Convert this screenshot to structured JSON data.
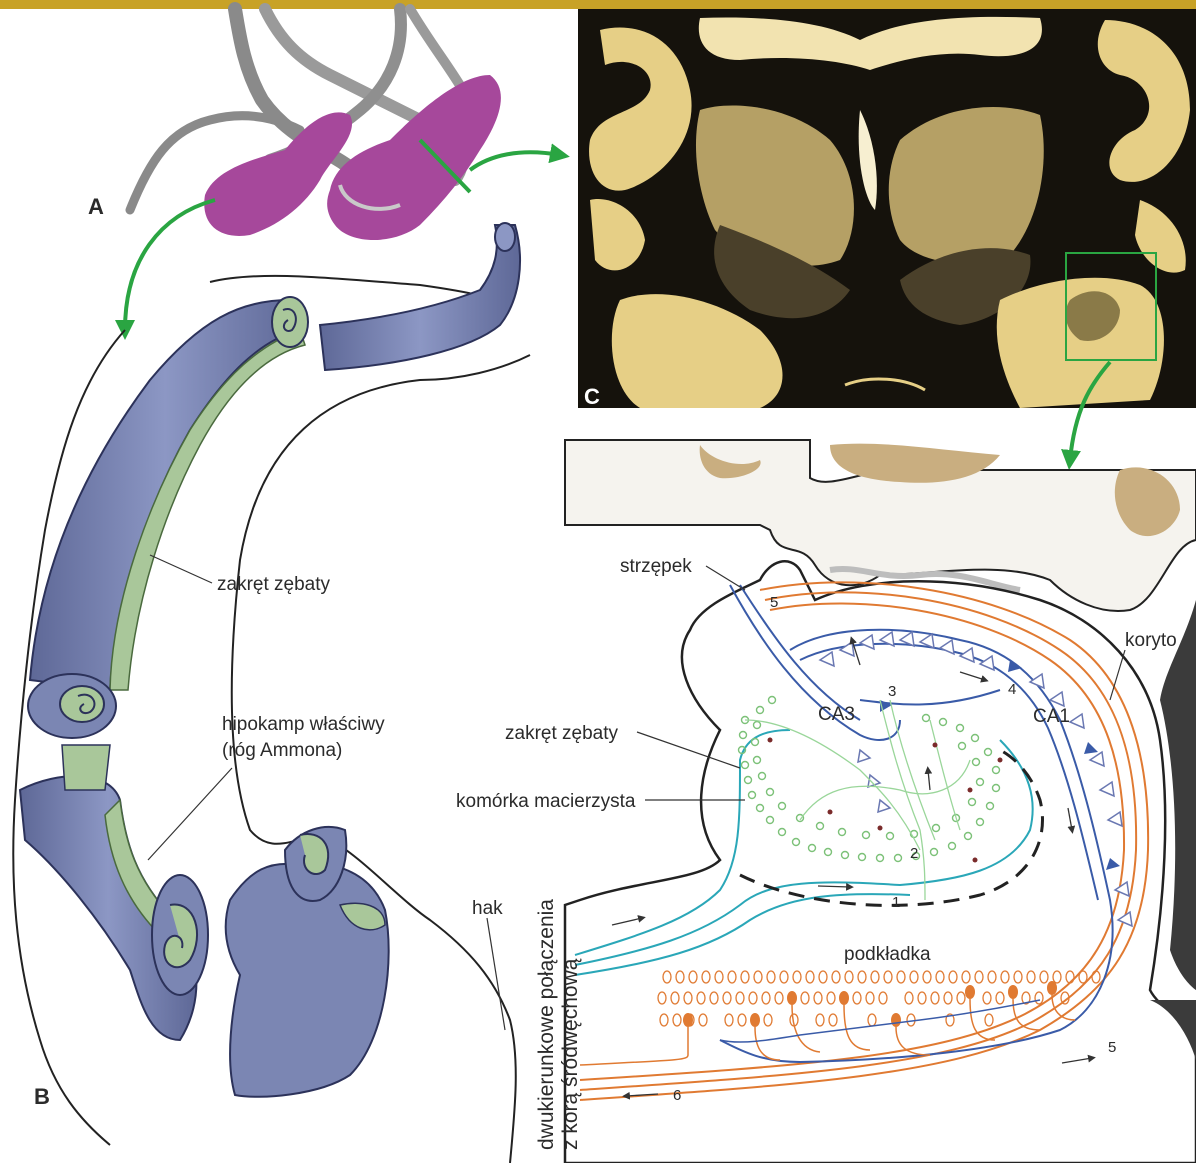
{
  "colors": {
    "top_bar": "#c8a227",
    "tube_blue": "#7b86b3",
    "tube_green": "#a9c79a",
    "limbic_purple": "#a6489b",
    "arrow_green": "#2aa542",
    "stain_yellow": "#e6cf86",
    "orange_path": "#e07a32",
    "blue_path": "#3a5ba8",
    "teal_path": "#2aa7b8",
    "granule_green": "#7cc178"
  },
  "panels": {
    "a": "A",
    "b": "B",
    "c": "C"
  },
  "labels": {
    "dentate_left": "zakręt zębaty",
    "hippocampus_proper_line1": "hipokamp właściwy",
    "hippocampus_proper_line2": "(róg Ammona)",
    "uncus": "hak",
    "fimbria": "strzępek",
    "alveus": "koryto",
    "ca3": "CA3",
    "ca1": "CA1",
    "dentate_right": "zakręt zębaty",
    "stem_cell": "komórka macierzysta",
    "subiculum": "podkładka",
    "vertical_line1": "dwukierunkowe połączenia",
    "vertical_line2": "z korą śródwęchową"
  },
  "pathway_numbers": {
    "n1": "1",
    "n2": "2",
    "n3": "3",
    "n4": "4",
    "n5_top": "5",
    "n5_bottom": "5",
    "n6": "6"
  }
}
